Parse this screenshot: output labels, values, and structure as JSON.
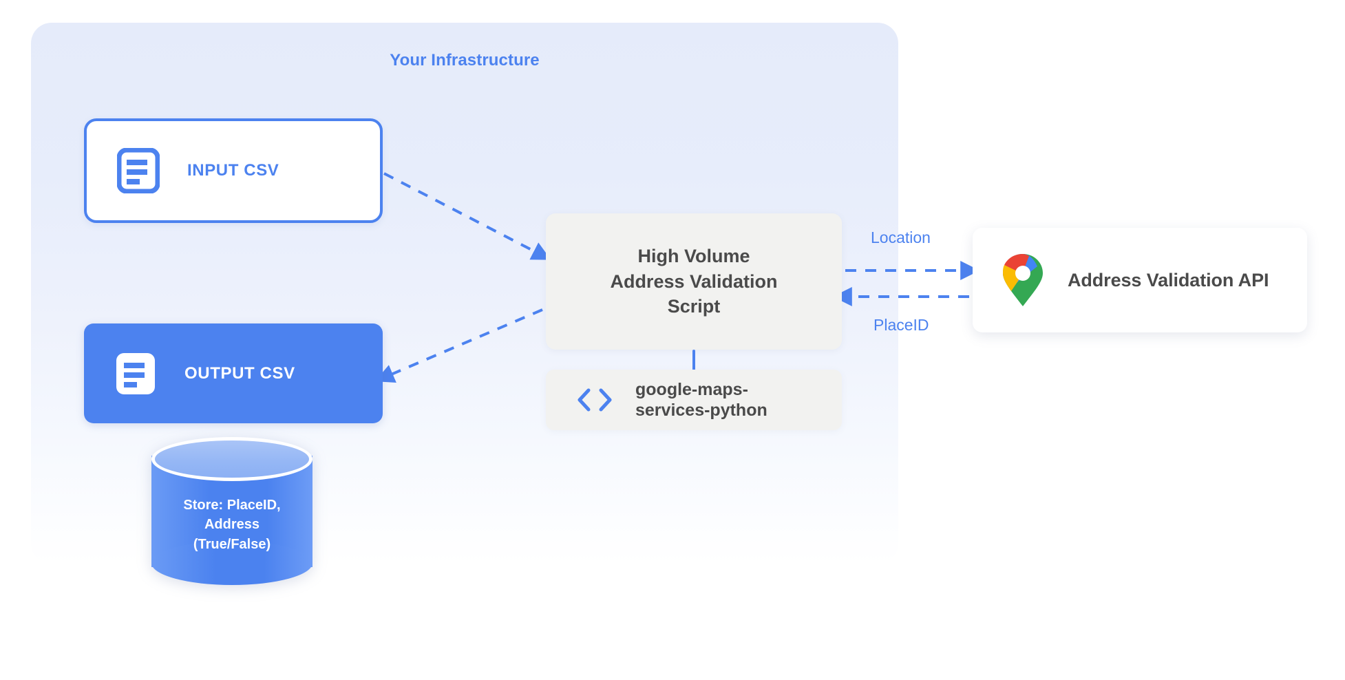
{
  "panel": {
    "title": "Your Infrastructure"
  },
  "nodes": {
    "input_csv": {
      "label": "INPUT CSV",
      "icon": "document-icon"
    },
    "output_csv": {
      "label": "OUTPUT CSV",
      "icon": "document-icon"
    },
    "script": {
      "line1": "High Volume",
      "line2": "Address Validation",
      "line3": "Script"
    },
    "library": {
      "line1": "google-maps-",
      "line2": "services-python",
      "icon": "code-brackets-icon"
    },
    "api": {
      "label": "Address Validation API",
      "icon": "google-maps-pin-icon"
    },
    "datastore": {
      "line1": "Store: PlaceID,",
      "line2": "Address",
      "line3": "(True/False)"
    }
  },
  "edges": {
    "location": "Location",
    "placeid": "PlaceID"
  },
  "colors": {
    "accent_blue": "#4c82ef",
    "panel_top": "#e5ebfa",
    "panel_bottom": "#ffffff",
    "box_gray": "#f2f2f0",
    "text_dark": "#4a4a4a",
    "maps_red": "#ea4335",
    "maps_yellow": "#fbbc04",
    "maps_green": "#34a853",
    "maps_blue": "#4285f4"
  }
}
